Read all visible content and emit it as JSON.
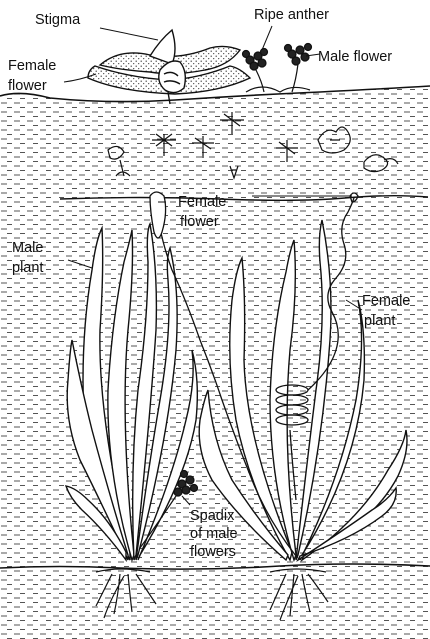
{
  "labels": {
    "stigma": "Stigma",
    "ripe_anther": "Ripe anther",
    "female_flower_top_1": "Female",
    "female_flower_top_2": "flower",
    "male_flower": "Male flower",
    "female_flower_mid_1": "Female",
    "female_flower_mid_2": "flower",
    "male_plant_1": "Male",
    "male_plant_2": "plant",
    "female_plant_1": "Female",
    "female_plant_2": "plant",
    "spadix_1": "Spadix",
    "spadix_2": "of male",
    "spadix_3": "flowers"
  },
  "colors": {
    "ink": "#111111",
    "background": "#ffffff"
  }
}
